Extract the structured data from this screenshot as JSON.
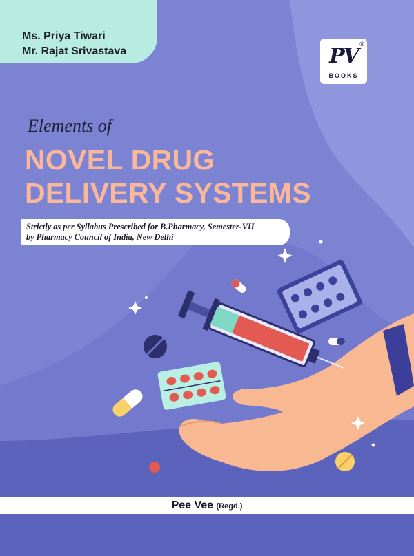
{
  "authors": [
    "Ms. Priya Tiwari",
    "Mr. Rajat Srivastava"
  ],
  "logo": {
    "mark": "PV",
    "registered": "®",
    "label": "BOOKS"
  },
  "subtitle": "Elements of",
  "title_lines": [
    "NOVEL DRUG",
    "DELIVERY SYSTEMS"
  ],
  "syllabus_lines": [
    "Strictly as per Syllabus Prescribed for B.Pharmacy, Semester-VII",
    "by Pharmacy Council of India, New Delhi"
  ],
  "publisher": {
    "name": "Pee Vee",
    "regd": "(Regd.)"
  },
  "colors": {
    "background": "#7c83d2",
    "authors_band": "#b8ece0",
    "title": "#f9b89a",
    "skin": "#f7b892",
    "bottom_band": "#5c63bd"
  },
  "illustration": {
    "icons": [
      "syringe-icon",
      "blister-pack-icon",
      "capsule-icon",
      "pill-icon",
      "hand-icon",
      "sparkle-icon"
    ]
  }
}
